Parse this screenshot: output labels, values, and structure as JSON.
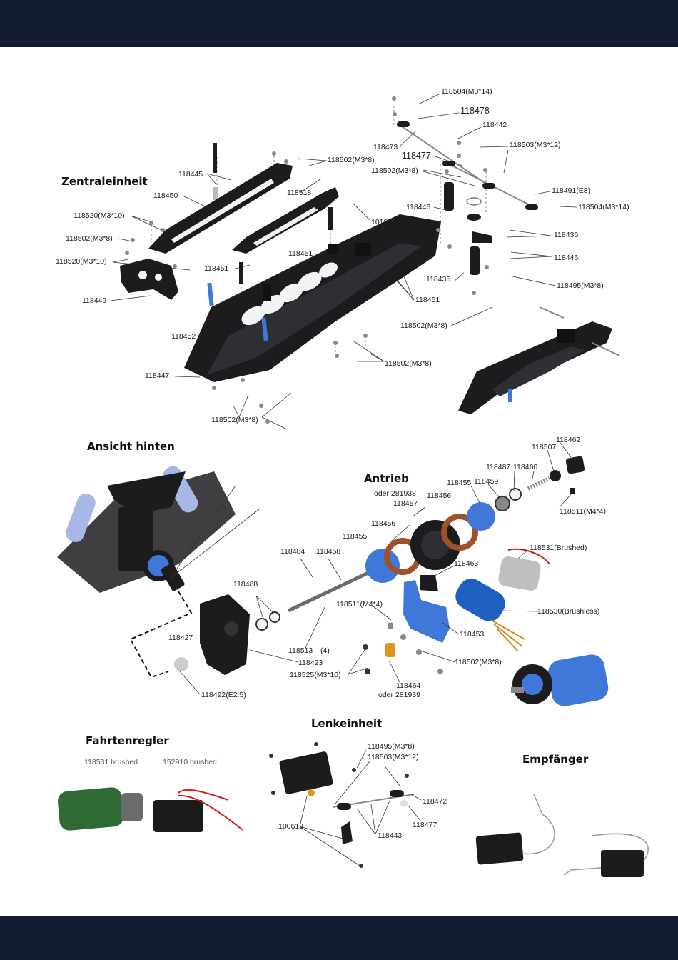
{
  "sections": {
    "zentral": "Zentraleinheit",
    "hinten": "Ansicht hinten",
    "antrieb": "Antrieb",
    "fahrtenregler": "Fahrtenregler",
    "lenk": "Lenkeinheit",
    "empfaenger": "Empfänger"
  },
  "zentral_labels": [
    "118504(M3*14)",
    "118478",
    "118442",
    "118473",
    "118503(M3*12)",
    "118477",
    "118502(M3*8)",
    "118502(M3*8)",
    "118445",
    "118450",
    "118518",
    "118491(E8)",
    "118446",
    "118504(M3*14)",
    "10185",
    "118520(M3*10)",
    "118436",
    "118502(M3*8)",
    "118446",
    "118451",
    "118520(M3*10)",
    "118451",
    "118435",
    "118495(M3*8)",
    "118449",
    "118451",
    "118502(M3*8)",
    "118452",
    "118502(M3*8)",
    "118447",
    "118502(M3*8)"
  ],
  "antrieb_labels": [
    "118462",
    "118507",
    "118487",
    "118460",
    "118455",
    "118459",
    "oder 281938",
    "118456",
    "118457",
    "118511(M4*4)",
    "118456",
    "118455",
    "118484",
    "118458",
    "118531(Brushed)",
    "118463",
    "118488",
    "118511(M4*4)",
    "118530(Brushless)",
    "118453",
    "118427",
    "118513",
    "(4)",
    "118423",
    "118502(M3*8)",
    "118525(M3*10)",
    "118464",
    "oder 281939",
    "118492(E2.5)"
  ],
  "fahrtenregler_labels": [
    "118531 brushed",
    "152910 brushed"
  ],
  "lenk_labels": [
    "118495(M3*8)",
    "118503(M3*12)",
    "118472",
    "118477",
    "100613",
    "118443"
  ],
  "colors": {
    "bar": "#131b33",
    "part_dark": "#1c1c1f",
    "part_blue": "#3f78d8",
    "gear_copper": "#a0512a",
    "pinion_gold": "#d79a1e"
  }
}
